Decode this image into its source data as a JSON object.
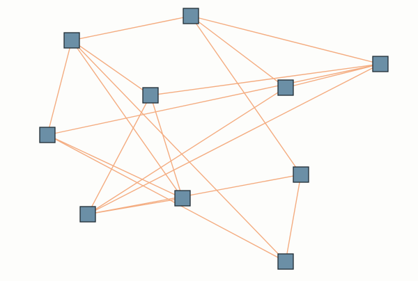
{
  "graph": {
    "node_count": 10,
    "edge_count": 20,
    "node_shape": "square",
    "colors": {
      "background": "#fdfdfb",
      "node_fill": "#6b8fa6",
      "node_stroke": "#1f2b33",
      "edge": "#f4ac80"
    },
    "nodes": [
      {
        "id": "n1"
      },
      {
        "id": "n2"
      },
      {
        "id": "n3"
      },
      {
        "id": "n4"
      },
      {
        "id": "n5"
      },
      {
        "id": "n6"
      },
      {
        "id": "n7"
      },
      {
        "id": "n8"
      },
      {
        "id": "n9"
      },
      {
        "id": "n10"
      }
    ],
    "edges": [
      [
        "n1",
        "n2"
      ],
      [
        "n1",
        "n3"
      ],
      [
        "n1",
        "n4"
      ],
      [
        "n1",
        "n7"
      ],
      [
        "n2",
        "n6"
      ],
      [
        "n2",
        "n5"
      ],
      [
        "n2",
        "n8"
      ],
      [
        "n2",
        "n10"
      ],
      [
        "n3",
        "n5"
      ],
      [
        "n3",
        "n4"
      ],
      [
        "n3",
        "n9"
      ],
      [
        "n3",
        "n6"
      ],
      [
        "n4",
        "n9"
      ],
      [
        "n5",
        "n8"
      ],
      [
        "n6",
        "n8"
      ],
      [
        "n6",
        "n10"
      ],
      [
        "n7",
        "n9"
      ],
      [
        "n7",
        "n10"
      ],
      [
        "n8",
        "n9"
      ],
      [
        "n9",
        "n5"
      ]
    ]
  }
}
